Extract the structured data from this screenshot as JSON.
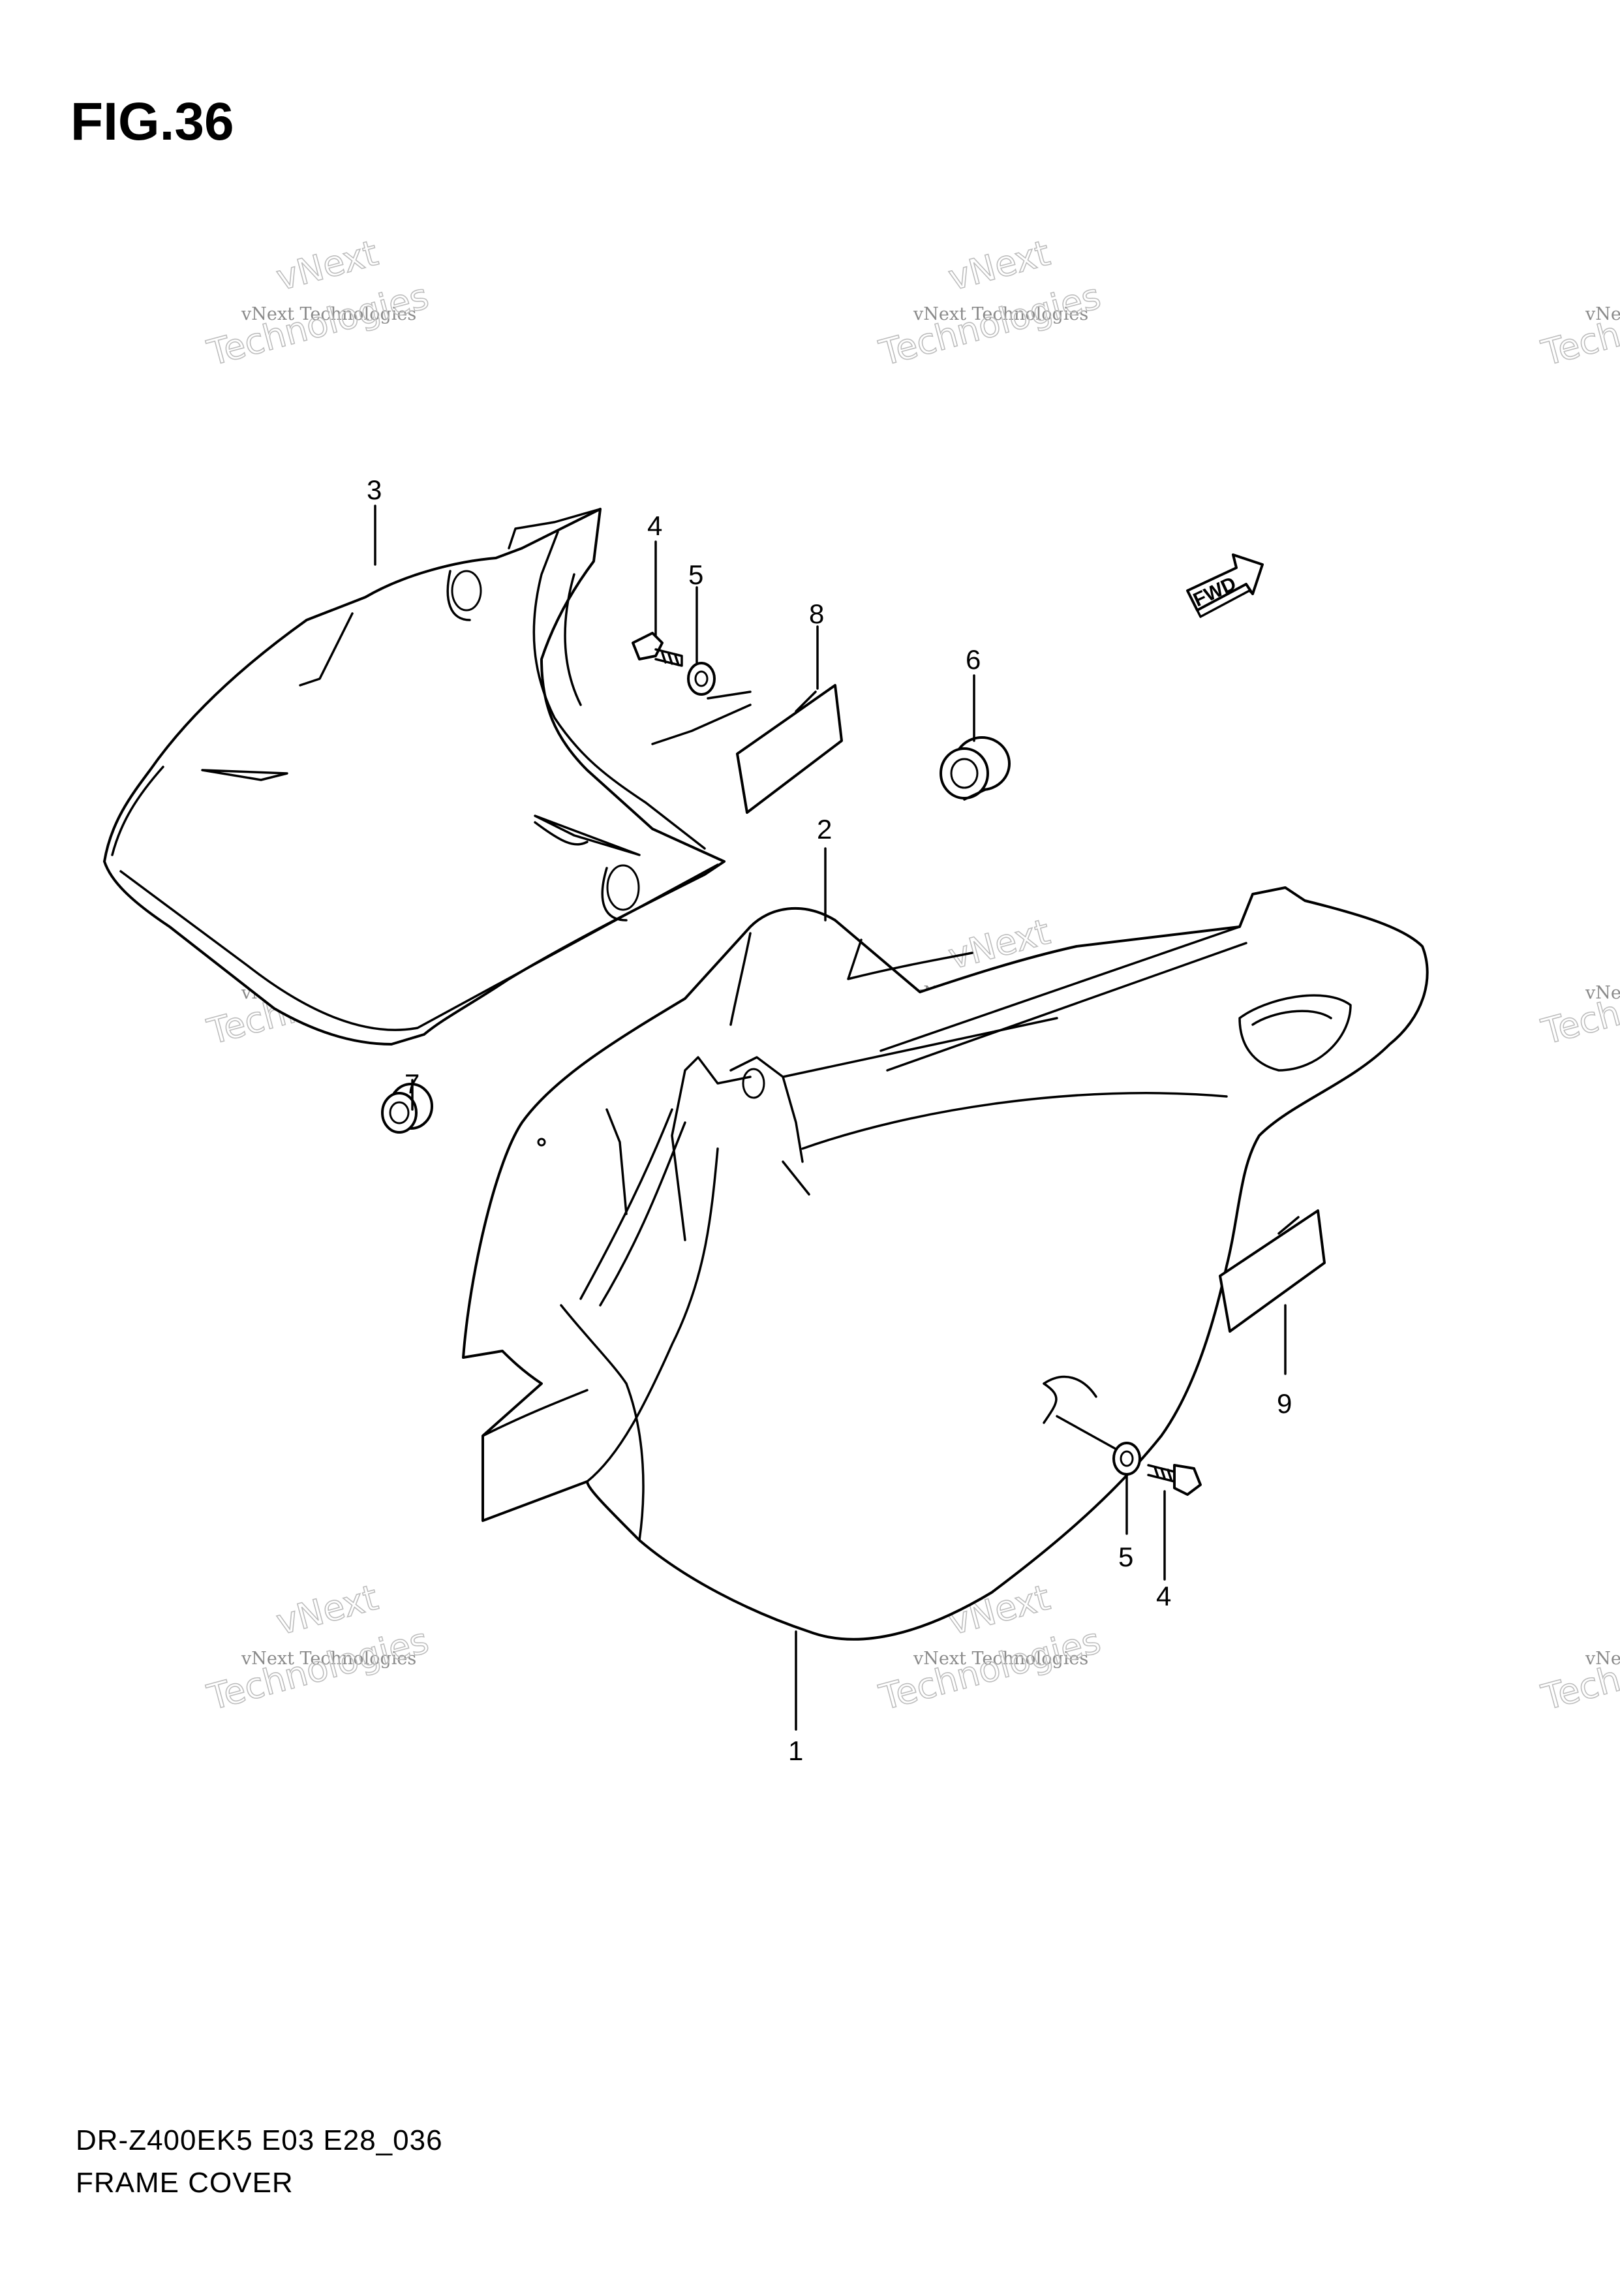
{
  "figure": {
    "title": "FIG.36",
    "model_code": "DR-Z400EK5 E03 E28_036",
    "section_name": "FRAME COVER"
  },
  "fwd_marker": {
    "label": "FWD"
  },
  "callouts": [
    {
      "id": "c1",
      "label": "1"
    },
    {
      "id": "c2",
      "label": "2"
    },
    {
      "id": "c3",
      "label": "3"
    },
    {
      "id": "c4a",
      "label": "4"
    },
    {
      "id": "c5a",
      "label": "5"
    },
    {
      "id": "c6",
      "label": "6"
    },
    {
      "id": "c7",
      "label": "7"
    },
    {
      "id": "c8",
      "label": "8"
    },
    {
      "id": "c9",
      "label": "9"
    },
    {
      "id": "c5b",
      "label": "5"
    },
    {
      "id": "c4b",
      "label": "4"
    }
  ],
  "watermark": {
    "line1": "vNext Technologies",
    "line2": "vNext",
    "line3": "Technologies"
  }
}
